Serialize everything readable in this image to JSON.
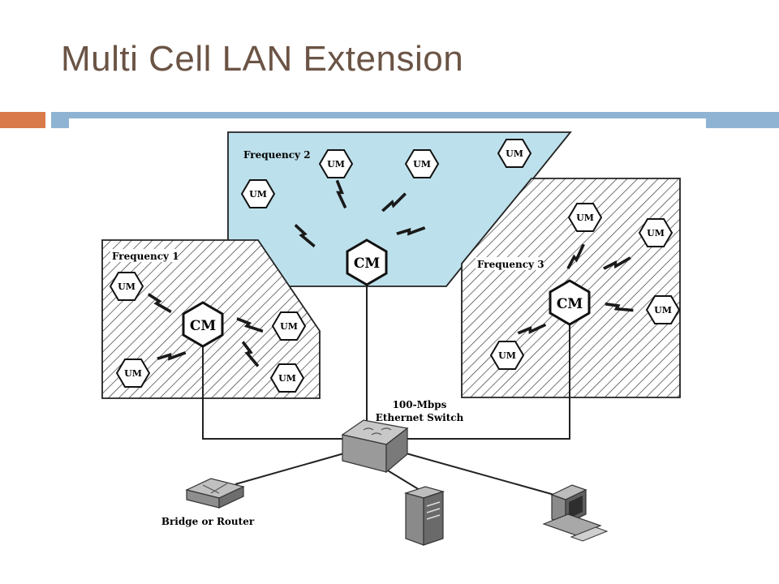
{
  "slide": {
    "title": "Multi Cell LAN Extension"
  },
  "colors": {
    "title": "#6b5445",
    "accent_orange": "#d97a4a",
    "accent_blue": "#8fb3d3",
    "frequency2_fill": "#bde1ec"
  },
  "diagram": {
    "cell1": {
      "label": "Frequency 1",
      "controller": "CM",
      "units": [
        "UM",
        "UM",
        "UM",
        "UM"
      ]
    },
    "cell2": {
      "label": "Frequency 2",
      "controller": "CM",
      "units": [
        "UM",
        "UM",
        "UM",
        "UM"
      ]
    },
    "cell3": {
      "label": "Frequency 3",
      "controller": "CM",
      "units": [
        "UM",
        "UM",
        "UM",
        "UM"
      ]
    },
    "switch": {
      "label_line1": "100-Mbps",
      "label_line2": "Ethernet Switch"
    },
    "bridge": {
      "label": "Bridge or Router"
    },
    "icons": [
      "switch-icon",
      "bridge-router-icon",
      "server-icon",
      "workstation-icon"
    ]
  }
}
